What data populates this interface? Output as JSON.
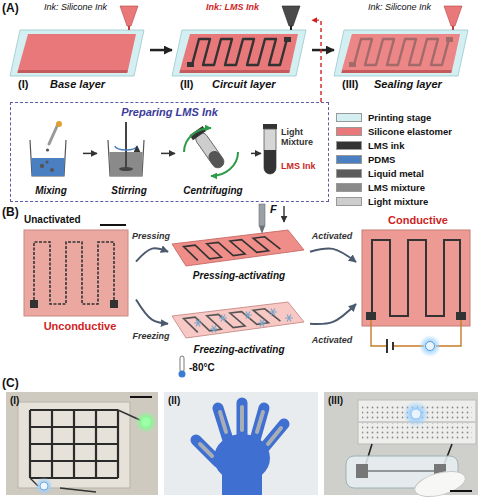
{
  "diagram": {
    "nodes": [
      {
        "text": [
          "Ink: Silicone Ink",
          "Base layer",
          "(I)"
        ]
      },
      {
        "text": [
          "Ink: LMS Ink",
          "Circuit layer",
          "(II)"
        ]
      },
      {
        "text": [
          "Ink: Silicone Ink",
          "Sealing layer",
          "(III)"
        ]
      },
      {
        "text": [
          "Preparing LMS Ink"
        ]
      },
      {
        "text": [
          "Mixing"
        ],
        "in": 3
      },
      {
        "text": [
          "Stirring"
        ],
        "in": 3
      },
      {
        "text": [
          "Centrifuging"
        ],
        "in": 3
      },
      {
        "text": [
          "Light Mixture",
          "LMS Ink"
        ],
        "in": 3
      },
      {
        "text": [
          "Unactivated",
          "Unconductive"
        ]
      },
      {
        "text": [
          "Pressing-activating"
        ]
      },
      {
        "text": [
          "Freezing-activating"
        ]
      },
      {
        "text": [
          "Conductive"
        ]
      }
    ],
    "edges": [
      {
        "from": 0,
        "to": 1,
        "arrow": "to"
      },
      {
        "from": 1,
        "to": 2,
        "arrow": "to"
      },
      {
        "from": 3,
        "to": 1,
        "arrow": "to"
      },
      {
        "from": 4,
        "to": 5,
        "arrow": "to"
      },
      {
        "from": 5,
        "to": 6,
        "arrow": "to"
      },
      {
        "from": 6,
        "to": 7,
        "arrow": "to"
      },
      {
        "from": 8,
        "to": 9,
        "label": "Pressing",
        "arrow": "to"
      },
      {
        "from": 8,
        "to": 10,
        "label": "Freezing",
        "arrow": "to"
      },
      {
        "from": 9,
        "to": 11,
        "label": "Activated",
        "arrow": "to"
      },
      {
        "from": 10,
        "to": 11,
        "label": "Activated",
        "arrow": "to"
      }
    ],
    "labels": [
      "(A)",
      "(B)",
      "F",
      "-80°C",
      "(C)",
      "(I)",
      "(II)",
      "(III)"
    ],
    "legend": [
      {
        "text": "Printing stage",
        "color": "#d4eff1"
      },
      {
        "text": "Silicone elastomer",
        "color": "#e8787a"
      },
      {
        "text": "LMS ink",
        "color": "#333333"
      },
      {
        "text": "PDMS",
        "color": "#4a7fc1"
      },
      {
        "text": "Liquid metal",
        "color": "#5c5c5c"
      },
      {
        "text": "LMS mixture",
        "color": "#8a8a8a"
      },
      {
        "text": "Light mixture",
        "color": "#cdcdcd"
      }
    ]
  }
}
